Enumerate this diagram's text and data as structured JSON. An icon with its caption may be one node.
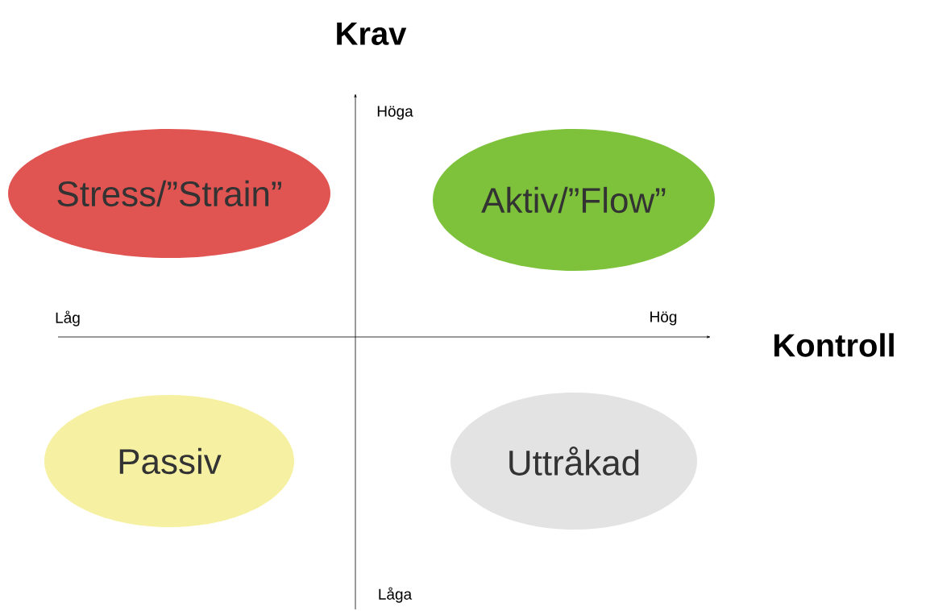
{
  "diagram": {
    "nodes": [
      {
        "text": [
          "Stress/”Strain”"
        ]
      },
      {
        "text": [
          "Aktiv/”Flow”"
        ]
      },
      {
        "text": [
          "Passiv"
        ]
      },
      {
        "text": [
          "Uttråkad"
        ]
      }
    ],
    "labels": [
      "Krav",
      "Höga",
      "Låg",
      "Hög",
      "Kontroll",
      "Låga"
    ]
  }
}
